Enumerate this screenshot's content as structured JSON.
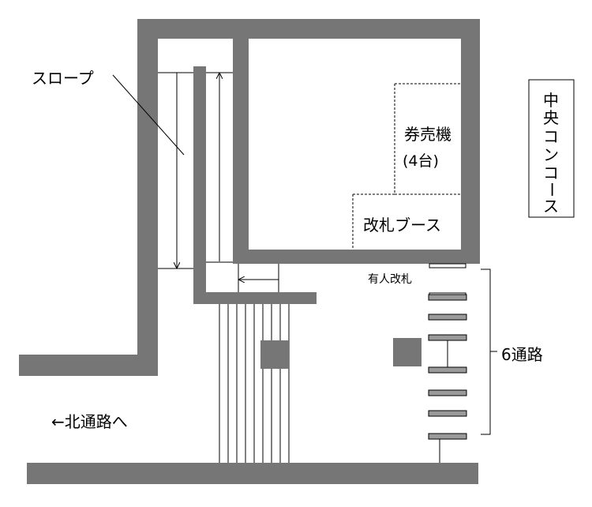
{
  "labels": {
    "slope": "スロープ",
    "ticket_machines_line1": "券売機",
    "ticket_machines_line2": "(4台)",
    "ticket_booth": "改札ブース",
    "manned_gate": "有人改札",
    "six_passages": "6通路",
    "to_north_passage": "←北通路へ",
    "central_concourse": [
      "中",
      "央",
      "コ",
      "ン",
      "コ",
      "ー",
      "ス"
    ]
  },
  "colors": {
    "wall": "#767676",
    "gate": "#9a9a9a",
    "background": "#ffffff",
    "line": "#000000"
  }
}
